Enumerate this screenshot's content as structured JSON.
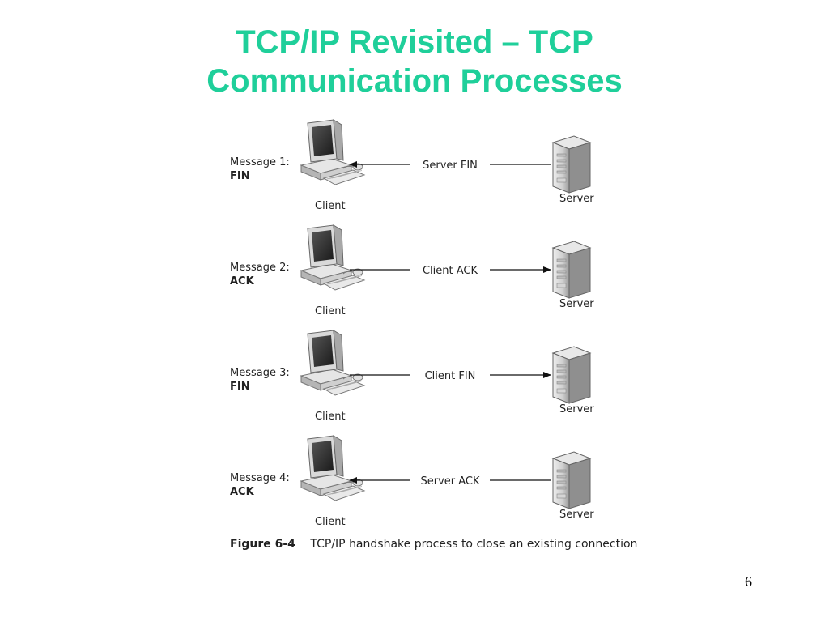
{
  "slide": {
    "title_line1": "TCP/IP Revisited – TCP",
    "title_line2": "Communication Processes",
    "page_number": "6"
  },
  "diagram": {
    "rows": [
      {
        "message": "Message 1:",
        "flag": "FIN",
        "link_label": "Server FIN",
        "direction": "server-to-client",
        "client_label": "Client",
        "server_label": "Server"
      },
      {
        "message": "Message 2:",
        "flag": "ACK",
        "link_label": "Client ACK",
        "direction": "client-to-server",
        "client_label": "Client",
        "server_label": "Server"
      },
      {
        "message": "Message 3:",
        "flag": "FIN",
        "link_label": "Client FIN",
        "direction": "client-to-server",
        "client_label": "Client",
        "server_label": "Server"
      },
      {
        "message": "Message 4:",
        "flag": "ACK",
        "link_label": "Server ACK",
        "direction": "server-to-client",
        "client_label": "Client",
        "server_label": "Server"
      }
    ],
    "caption_figure": "Figure 6-4",
    "caption_text": "TCP/IP handshake process to close an existing connection"
  }
}
